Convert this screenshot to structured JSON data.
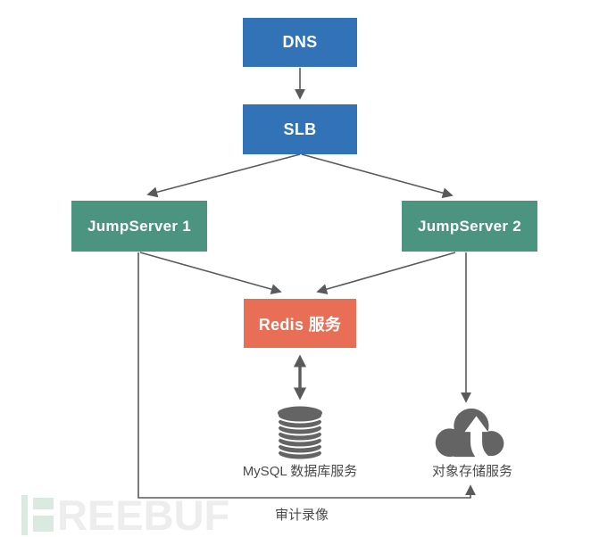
{
  "diagram": {
    "title_hint": "JumpServer high-availability deployment architecture",
    "nodes": {
      "dns": {
        "label": "DNS"
      },
      "slb": {
        "label": "SLB"
      },
      "jumpserver1": {
        "label": "JumpServer 1"
      },
      "jumpserver2": {
        "label": "JumpServer 2"
      },
      "redis": {
        "label": "Redis 服务"
      },
      "mysql": {
        "label": "MySQL 数据库服务",
        "icon": "database-cylinder-icon"
      },
      "object_storage": {
        "label": "对象存储服务",
        "icon": "cloud-upload-icon"
      }
    },
    "edges": [
      {
        "from": "DNS",
        "to": "SLB"
      },
      {
        "from": "SLB",
        "to": "JumpServer 1"
      },
      {
        "from": "SLB",
        "to": "JumpServer 2"
      },
      {
        "from": "JumpServer 1",
        "to": "Redis 服务"
      },
      {
        "from": "JumpServer 2",
        "to": "Redis 服务"
      },
      {
        "from": "Redis 服务",
        "to": "MySQL 数据库服务",
        "bidirectional": true
      },
      {
        "from": "JumpServer 2",
        "to": "对象存储服务"
      },
      {
        "from": "JumpServer 1",
        "to": "对象存储服务",
        "label": "审计录像"
      }
    ],
    "audit_label": "审计录像",
    "colors": {
      "node_blue": "#3273B8",
      "node_green": "#4A9480",
      "node_coral": "#E86F55",
      "connector_gray": "#5A5A5A",
      "icon_gray": "#646464",
      "label_text": "#4A4A4A",
      "watermark_green": "#DAEAE1",
      "watermark_gray": "#EDEDED"
    }
  },
  "watermark": {
    "text": "REEBUF"
  }
}
